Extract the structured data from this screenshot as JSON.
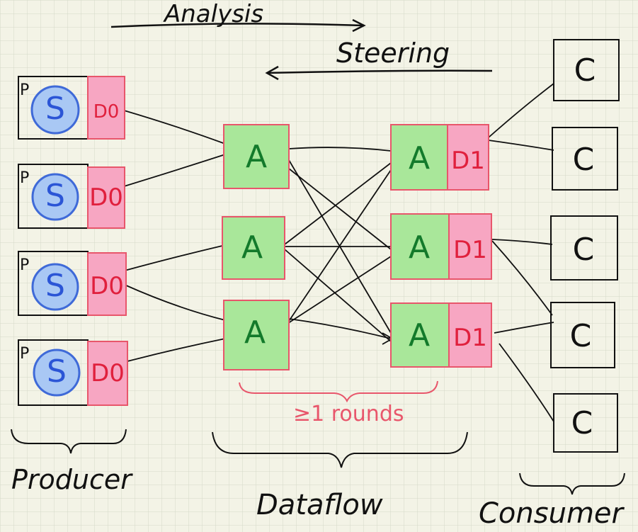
{
  "arrows": {
    "analysis": "Analysis",
    "steering": "Steering"
  },
  "producer": {
    "label": "Producer",
    "p_label": "P",
    "s_label": "S",
    "d_label": "D0",
    "count": 4
  },
  "dataflow": {
    "label": "Dataflow",
    "a_label": "A",
    "d1_label": "D1",
    "rounds": "≥1 rounds"
  },
  "consumer": {
    "label": "Consumer",
    "c_label": "C",
    "count": 5
  },
  "colors": {
    "grid": "#d4d8c8",
    "background": "#f3f3e6",
    "box_red": "#e8566b",
    "pink_fill": "#f7a6c2",
    "green_fill": "#a9e79a",
    "green_text": "#137a2b",
    "blue_ring": "#3f6ad8",
    "blue_fill": "#a9c8f4",
    "ink": "#111111"
  }
}
